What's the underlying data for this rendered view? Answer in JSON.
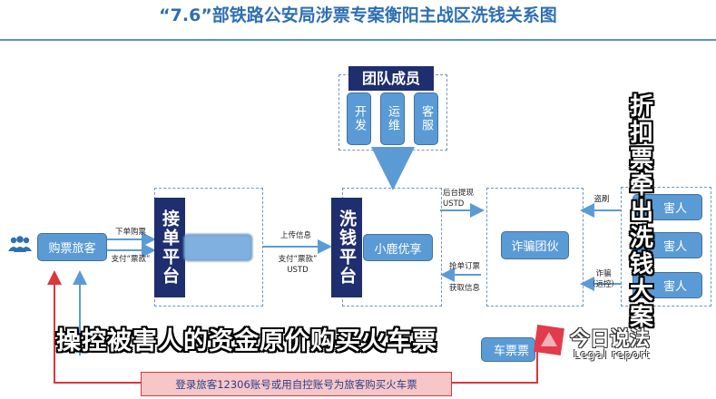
{
  "title": "“7.6”部铁路公安局涉票专案衡阳主战区洗钱关系图",
  "nodes": {
    "buyer": "购票旅客",
    "order_platform": "接单平台",
    "laundry_platform": "洗钱平台",
    "xiaolu": "小鹿优享",
    "team_members": "团队成员",
    "team_dev": "开发",
    "team_ops": "运维",
    "team_service": "客服",
    "fraud_gang": "诈骗团伙",
    "victim": "害人",
    "ticket_label": "车票票"
  },
  "labels": {
    "order_ticket": "下单购票",
    "pay_fare": "支付“票款”",
    "upload_info": "上传信息",
    "pay_fare_usdt": "支付“票款”\nUSTD",
    "withdraw": "后台提现\nUSTD",
    "grab_ticket": "抢单订票",
    "get_info": "获取信息",
    "steal_card": "盗刷",
    "fraud_remote": "诈骗\n（远控）"
  },
  "bottom_note": "登录旅客12306账号或用自控账号为旅客购买火车票",
  "subtitle": "操控被害人的资金原价购买火车票",
  "side_title": "折扣票牵出洗钱大案",
  "logo": {
    "main": "今日说法",
    "sub": "Legal report"
  }
}
